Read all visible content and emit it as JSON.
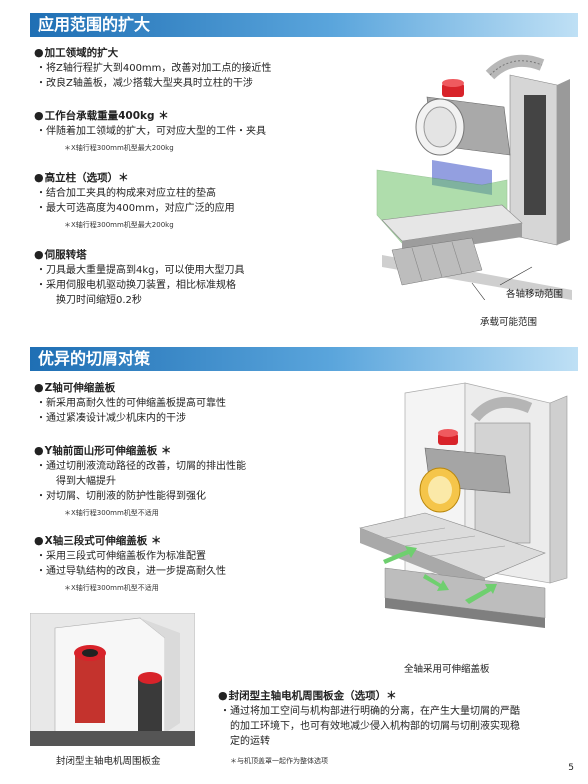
{
  "section1": {
    "title": "应用范围的扩大",
    "items": [
      {
        "heading": "加工领域的扩大",
        "star": "",
        "bullets": [
          "将Z轴行程扩大到400mm，改善对加工点的接近性",
          "改良Z轴盖板，减少搭载大型夹具时立柱的干涉"
        ],
        "continuation": "",
        "note": ""
      },
      {
        "heading": "工作台承载重量400kg",
        "star": "＊",
        "bullets": [
          "伴随着加工领域的扩大，可对应大型的工件・夹具"
        ],
        "continuation": "",
        "note": "X轴行程300mm机型最大200kg"
      },
      {
        "heading": "高立柱（选项）",
        "star": "＊",
        "bullets": [
          "结合加工夹具的构成来对应立柱的垫高",
          "最大可选高度为400mm，对应广泛的应用"
        ],
        "continuation": "",
        "note": "X轴行程300mm机型最大200kg"
      },
      {
        "heading": "伺服转塔",
        "star": "",
        "bullets": [
          "刀具最大重量提高到4kg，可以使用大型刀具",
          "采用伺服电机驱动换刀装置，相比标准规格"
        ],
        "continuation": "换刀时间缩短0.2秒",
        "note": ""
      }
    ],
    "caption_axis": "各轴移动范围",
    "caption_load": "承载可能范围"
  },
  "section2": {
    "title": "优异的切屑对策",
    "items": [
      {
        "heading": "Z轴可伸缩盖板",
        "star": "",
        "bullets": [
          "新采用高耐久性的可伸缩盖板提高可靠性",
          "通过紧凑设计减少机床内的干涉"
        ],
        "continuation": "",
        "note": ""
      },
      {
        "heading": "Y轴前面山形可伸缩盖板",
        "star": "＊",
        "bullets": [
          "通过切削液流动路径的改善，切屑的排出性能"
        ],
        "continuation": "得到大幅提升",
        "bullets2": [
          "对切屑、切削液的防护性能得到强化"
        ],
        "note": "X轴行程300mm机型不适用"
      },
      {
        "heading": "X轴三段式可伸缩盖板",
        "star": "＊",
        "bullets": [
          "采用三段式可伸缩盖板作为标准配置",
          "通过导轨结构的改良，进一步提高耐久性"
        ],
        "continuation": "",
        "note": "X轴行程300mm机型不适用"
      }
    ],
    "caption_covers": "全轴采用可伸缩盖板",
    "caption_enclosure": "封闭型主轴电机周围板金",
    "enclosure_item": {
      "heading": "封闭型主轴电机周围板金（选项）",
      "star": "＊",
      "bullet": "通过将加工空间与机构部进行明确的分离，在产生大量切屑的严酷",
      "continuation1": "的加工环境下，也可有效地减少侵入机构部的切屑与切削液实现稳",
      "continuation2": "定的运转",
      "note": "与机顶盖罩一起作为整体选项"
    }
  },
  "page_number": "5",
  "colors": {
    "band": "#1f6fb4",
    "red_motor": "#d8232a",
    "green_zone": "#6fc26a",
    "blue_zone": "#6f7fd6",
    "arrow_green": "#6fcf6f"
  }
}
